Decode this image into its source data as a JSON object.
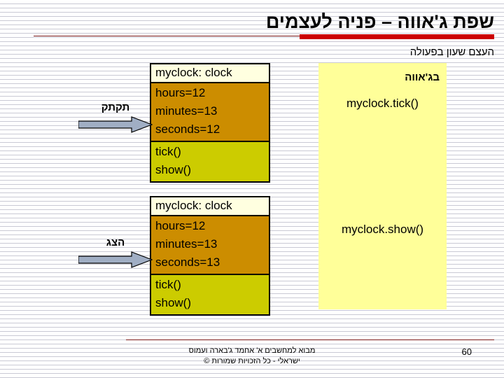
{
  "slide": {
    "title": "שפת ג'אווה – פניה לעצמים",
    "subtitle": "העצם שעון בפעולה",
    "page_number": "60",
    "accent_color": "#cc0000",
    "rule_color": "#7b1a1a"
  },
  "footer": {
    "line1": "מבוא למחשבים א' אחמד ג'בארה ועמוס",
    "line2": "ישראלי - כל הזכויות שמורות ©"
  },
  "java_panel": {
    "title": "בג'אווה",
    "background_color": "#ffff99",
    "call_tick": "myclock.tick()",
    "call_show": "myclock.show()"
  },
  "arrows": [
    {
      "label": "תקתק",
      "color": "#a0aec4"
    },
    {
      "label": "הצג",
      "color": "#a0aec4"
    }
  ],
  "uml_boxes": [
    {
      "header": "myclock: clock",
      "header_color": "#ffffe0",
      "attrs_color": "#cc8d00",
      "methods_color": "#cccc00",
      "attributes": [
        "hours=12",
        "minutes=13",
        "seconds=12"
      ],
      "methods": [
        "tick()",
        "show()"
      ]
    },
    {
      "header": "myclock: clock",
      "header_color": "#ffffe0",
      "attrs_color": "#cc8d00",
      "methods_color": "#cccc00",
      "attributes": [
        "hours=12",
        "minutes=13",
        "seconds=13"
      ],
      "methods": [
        "tick()",
        "show()"
      ]
    }
  ]
}
